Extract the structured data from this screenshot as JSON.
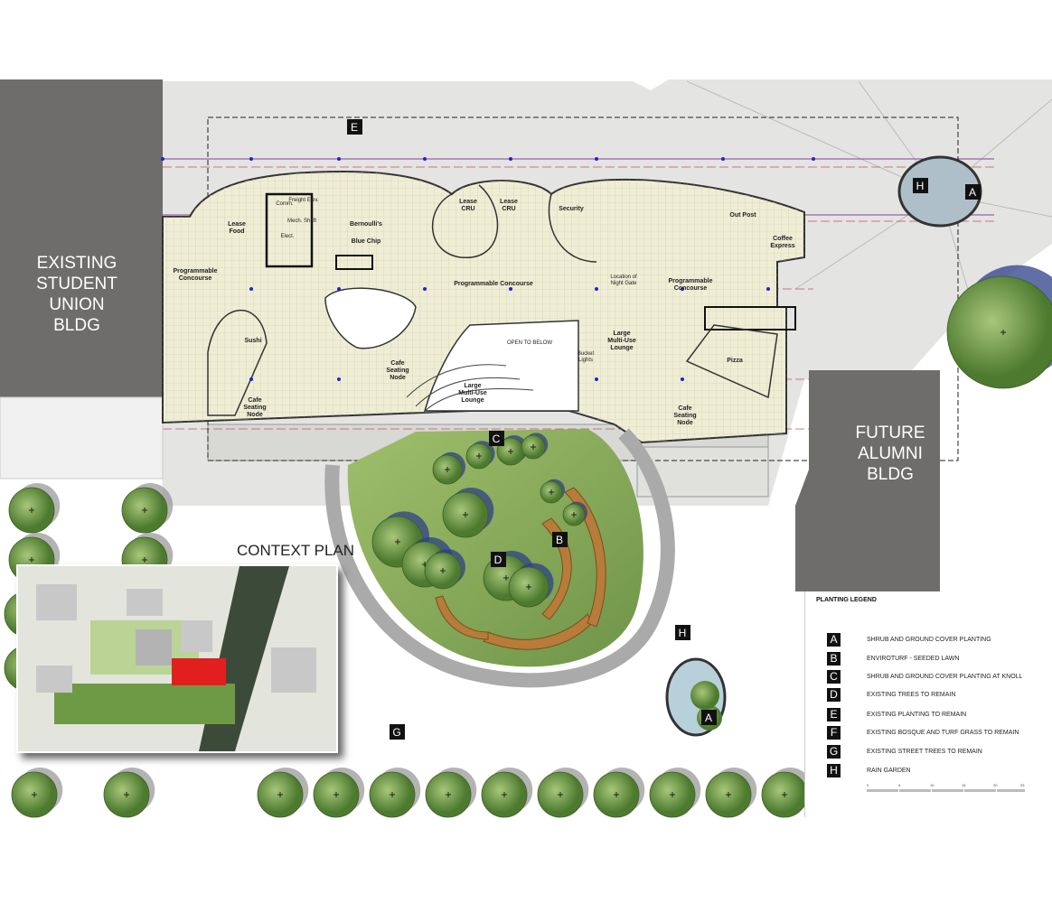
{
  "buildings": {
    "existing_union": [
      "EXISTING",
      "STUDENT",
      "UNION",
      "BLDG"
    ],
    "future_alumni": [
      "FUTURE",
      "ALUMNI",
      "BLDG"
    ]
  },
  "context_plan": {
    "title": "CONTEXT PLAN"
  },
  "rooms": {
    "lease_food": [
      "Lease",
      "Food"
    ],
    "comm": "Comm.",
    "freight_elev": "Freight Elev.",
    "mech_shaft": "Mech. Shaft",
    "elect": "Elect.",
    "bernoullis": "Bernoulli's",
    "blue_chip": "Blue Chip",
    "lease_cru_1": [
      "Lease",
      "CRU"
    ],
    "lease_cru_2": [
      "Lease",
      "CRU"
    ],
    "security": "Security",
    "out_post": "Out Post",
    "coffee_express": [
      "Coffee",
      "Express"
    ],
    "prog_concourse_left": [
      "Programmable",
      "Concourse"
    ],
    "prog_concourse_mid": "Programmable Concourse",
    "prog_concourse_right": [
      "Programmable",
      "Concourse"
    ],
    "night_gate": [
      "Location of",
      "Night Gate"
    ],
    "sushi": "Sushi",
    "cafe_node_1": [
      "Cafe",
      "Seating",
      "Node"
    ],
    "cafe_node_2": [
      "Cafe",
      "Seating",
      "Node"
    ],
    "cafe_node_3": [
      "Cafe",
      "Seating",
      "Node"
    ],
    "open_below": "OPEN TO BELOW",
    "lounge_1": [
      "Large",
      "Multi-Use",
      "Lounge"
    ],
    "lounge_2": [
      "Large",
      "Multi-Use",
      "Lounge"
    ],
    "bucket_lights": [
      "Bucket",
      "Lights"
    ],
    "pizza": "Pizza"
  },
  "markers": {
    "A": "A",
    "B": "B",
    "C": "C",
    "D": "D",
    "E": "E",
    "G": "G",
    "H": "H"
  },
  "legend": {
    "title": "PLANTING LEGEND",
    "items": [
      {
        "key": "A",
        "text": "SHRUB AND GROUND COVER PLANTING"
      },
      {
        "key": "B",
        "text": "ENVIROTURF - SEEDED LAWN"
      },
      {
        "key": "C",
        "text": "SHRUB AND GROUND COVER PLANTING AT KNOLL"
      },
      {
        "key": "D",
        "text": "EXISTING TREES TO REMAIN"
      },
      {
        "key": "E",
        "text": "EXISTING PLANTING TO REMAIN"
      },
      {
        "key": "F",
        "text": "EXISTING BOSQUE AND TURF GRASS TO REMAIN"
      },
      {
        "key": "G",
        "text": "EXISTING STREET TREES TO REMAIN"
      },
      {
        "key": "H",
        "text": "RAIN GARDEN"
      }
    ],
    "scale": [
      "0",
      "5",
      "10",
      "15",
      "20",
      "25 m"
    ]
  },
  "colors": {
    "building": "#6e6d6b",
    "floor": "#efeed5",
    "paving": "#e4e4e2",
    "lawn": "#8aac5c",
    "tree": "#6f9a45",
    "shadow": "#2d3f8a"
  }
}
